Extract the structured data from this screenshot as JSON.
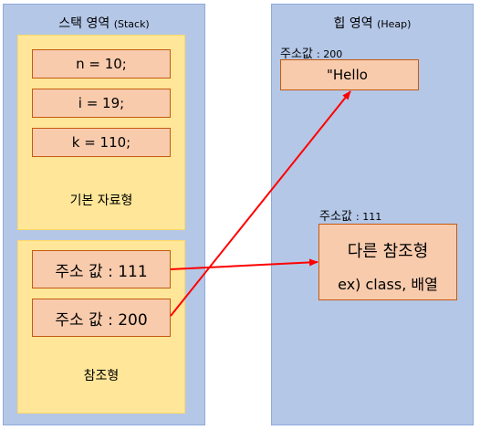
{
  "stack": {
    "title": "스택 영역",
    "title_en": "(Stack)",
    "primitive": {
      "items": [
        "n = 10;",
        "i = 19;",
        "k = 110;"
      ],
      "label": "기본 자료형"
    },
    "reference": {
      "items": [
        "주소 값 : 111",
        "주소 값 : 200"
      ],
      "label": "참조형"
    }
  },
  "heap": {
    "title": "힙 영역",
    "title_en": "(Heap)",
    "obj_200": {
      "addr_label": "주소값",
      "addr_value": ": 200",
      "value": "\"Hello"
    },
    "obj_111": {
      "addr_label": "주소값",
      "addr_value": ": 111",
      "line1": "다른 참조형",
      "line2": "ex) class, 배열"
    }
  },
  "colors": {
    "region_fill": "#b4c7e7",
    "group_fill": "#ffe699",
    "cell_fill": "#f8cbad",
    "cell_border": "#c55a11",
    "arrow": "#ff0000"
  }
}
